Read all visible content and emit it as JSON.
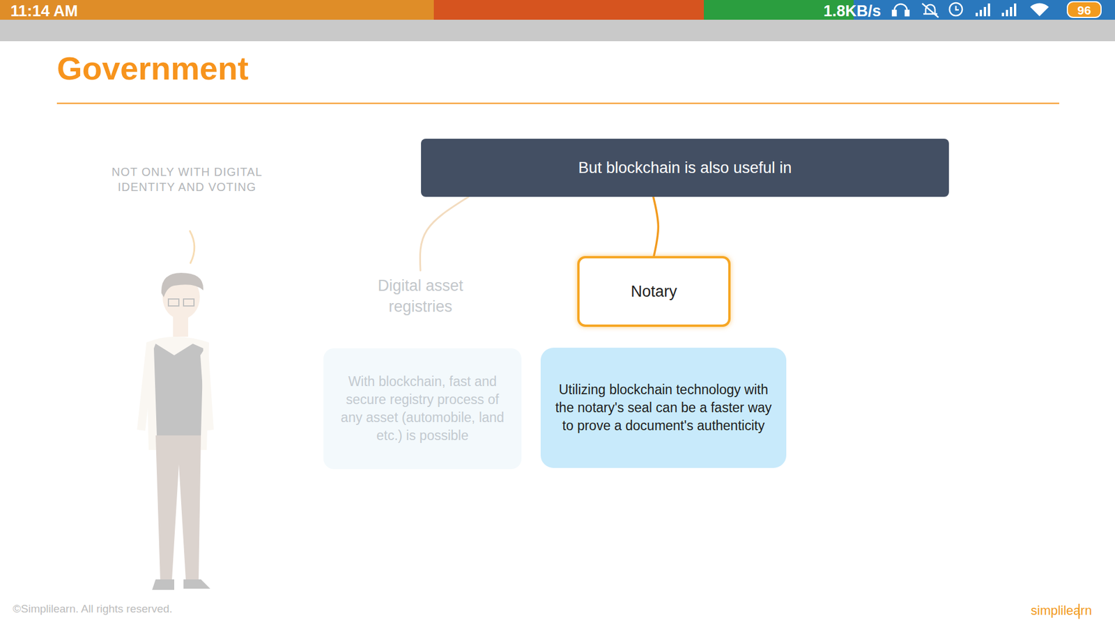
{
  "diagram": {
    "title": "Government",
    "nodes": [
      {
        "text": [
          "But blockchain is also useful in"
        ]
      },
      {
        "text": [
          "Digital asset registries"
        ]
      },
      {
        "text": [
          "With blockchain, fast and secure registry process of any asset (automobile, land etc.) is possible"
        ]
      },
      {
        "text": [
          "Notary"
        ]
      },
      {
        "text": [
          "Utilizing blockchain technology with the notary's seal can be a faster way to prove a document's authenticity"
        ]
      }
    ],
    "edges": [
      {
        "from": 0,
        "to": 1,
        "arrow": "none"
      },
      {
        "from": 0,
        "to": 3,
        "arrow": "none"
      }
    ],
    "labels": [
      "11:14 AM",
      "1.8KB/s",
      "96",
      "NOT ONLY WITH DIGITAL IDENTITY AND VOTING",
      "©Simplilearn. All rights reserved.",
      "simplilearn"
    ]
  }
}
